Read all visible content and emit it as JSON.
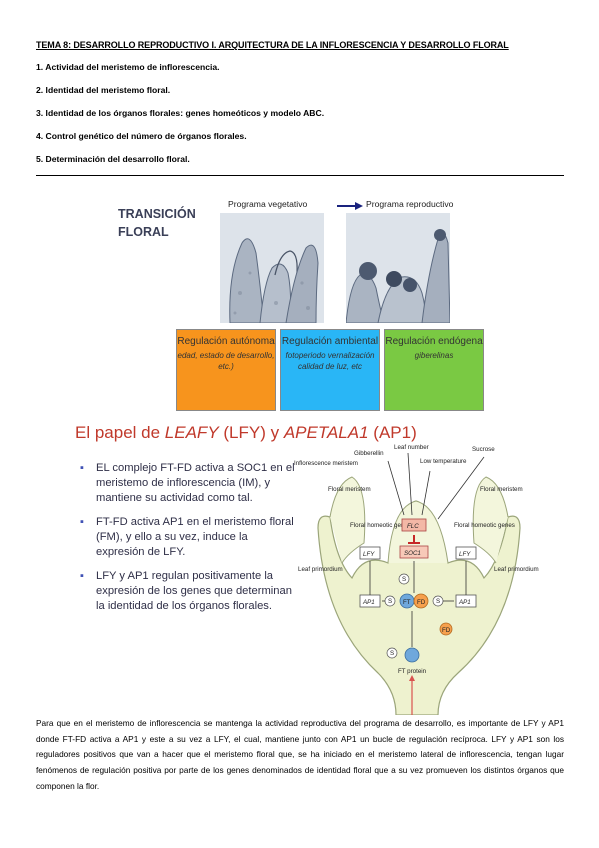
{
  "title": "TEMA 8: DESARROLLO REPRODUCTIVO I. ARQUITECTURA DE LA INFLORESCENCIA Y DESARROLLO FLORAL",
  "toc": [
    "1. Actividad del meristemo de inflorescencia.",
    "2. Identidad del meristemo floral.",
    "3. Identidad de los órganos florales: genes homeóticos y modelo ABC.",
    "4. Control genético del número de órganos florales.",
    "5. Determinación del desarrollo floral."
  ],
  "transition": {
    "title_line1": "TRANSICIÓN",
    "title_line2": "FLORAL",
    "program_vegetative": "Programa vegetativo",
    "program_reproductive": "Programa reproductivo",
    "boxes": [
      {
        "heading": "Regulación autónoma",
        "sub": "edad, estado de desarrollo, etc.)",
        "color": "#f7941d"
      },
      {
        "heading": "Regulación ambiental",
        "sub": "fotoperiodo vernalización calidad de luz, etc",
        "color": "#29b6f6"
      },
      {
        "heading": "Regulación endógena",
        "sub": "giberelinas",
        "color": "#7ac943"
      }
    ]
  },
  "leafy": {
    "title_prefix": "El papel de ",
    "title_leafy": "LEAFY",
    "title_mid": " (LFY) y ",
    "title_ap1": "APETALA1",
    "title_suffix": " (AP1)",
    "bullets": [
      "EL complejo FT-FD activa a SOC1 en el meristemo de inflorescencia (IM), y mantiene su actividad como tal.",
      "FT-FD activa AP1 en el meristemo floral (FM), y ello a su vez, induce la expresión de LFY.",
      "LFY y AP1 regulan positivamente la expresión de los genes que determinan la identidad de los órganos florales."
    ],
    "diagram_labels": {
      "inflorescence_meristem": "Inflorescence meristem",
      "gibberellin": "Gibberellin",
      "leaf_number": "Leaf number",
      "low_temperature": "Low temperature",
      "sucrose": "Sucrose",
      "floral_meristem": "Floral meristem",
      "floral_homeotic_genes": "Floral homeotic genes",
      "flc": "FLC",
      "soc1": "SOC1",
      "lfy": "LFY",
      "ap1": "AP1",
      "ft": "FT",
      "fd": "FD",
      "leaf_primordium": "Leaf primordium",
      "ft_protein": "FT protein",
      "s": "S"
    }
  },
  "paragraph": "Para que en el meristemo de inflorescencia se mantenga la actividad reproductiva del programa de desarrollo, es importante de LFY y AP1 donde FT-FD activa a AP1 y este a su vez a LFY, el cual, mantiene junto con AP1 un bucle de regulación recíproca. LFY y AP1 son los reguladores positivos que van a hacer que el meristemo floral que, se ha iniciado en el meristemo lateral de inflorescencia, tengan lugar fenómenos de regulación positiva por parte de los genes denominados de identidad floral que a su vez promueven los distintos órganos que componen la flor."
}
